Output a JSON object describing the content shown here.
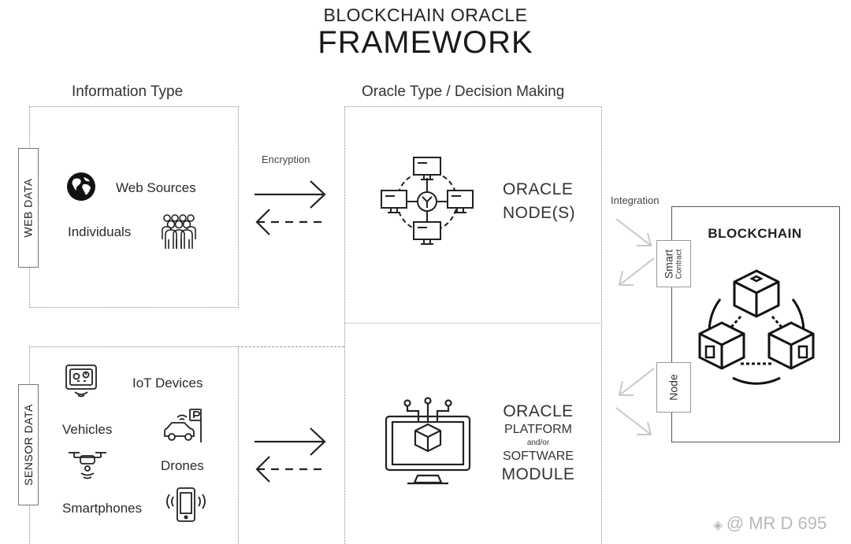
{
  "title": {
    "line1": "BLOCKCHAIN ORACLE",
    "line2": "FRAMEWORK"
  },
  "headers": {
    "info": "Information Type",
    "oracle": "Oracle Type / Decision Making"
  },
  "web_data": {
    "tab": "WEB DATA",
    "items": [
      {
        "label": "Web Sources",
        "icon": "globe-icon"
      },
      {
        "label": "Individuals",
        "icon": "people-icon"
      }
    ]
  },
  "sensor_data": {
    "tab": "SENSOR DATA",
    "items": [
      {
        "label": "IoT Devices",
        "icon": "iot-device-icon"
      },
      {
        "label": "Vehicles",
        "icon": "car-icon"
      },
      {
        "label": "Drones",
        "icon": "drone-icon"
      },
      {
        "label": "Smartphones",
        "icon": "smartphone-icon"
      }
    ]
  },
  "encryption_label": "Encryption",
  "oracle_node": {
    "line1": "ORACLE",
    "line2": "NODE(S)"
  },
  "oracle_platform": {
    "line1": "ORACLE",
    "line2": "PLATFORM",
    "line3": "and/or",
    "line4": "SOFTWARE",
    "line5": "MODULE"
  },
  "integration_label": "Integration",
  "blockchain": {
    "title": "BLOCKCHAIN",
    "icon": "blockchain-cubes-icon"
  },
  "smart_contract": {
    "line1": "Smart",
    "line2": "Contract"
  },
  "node_label": "Node",
  "watermark": "@ MR D 695"
}
